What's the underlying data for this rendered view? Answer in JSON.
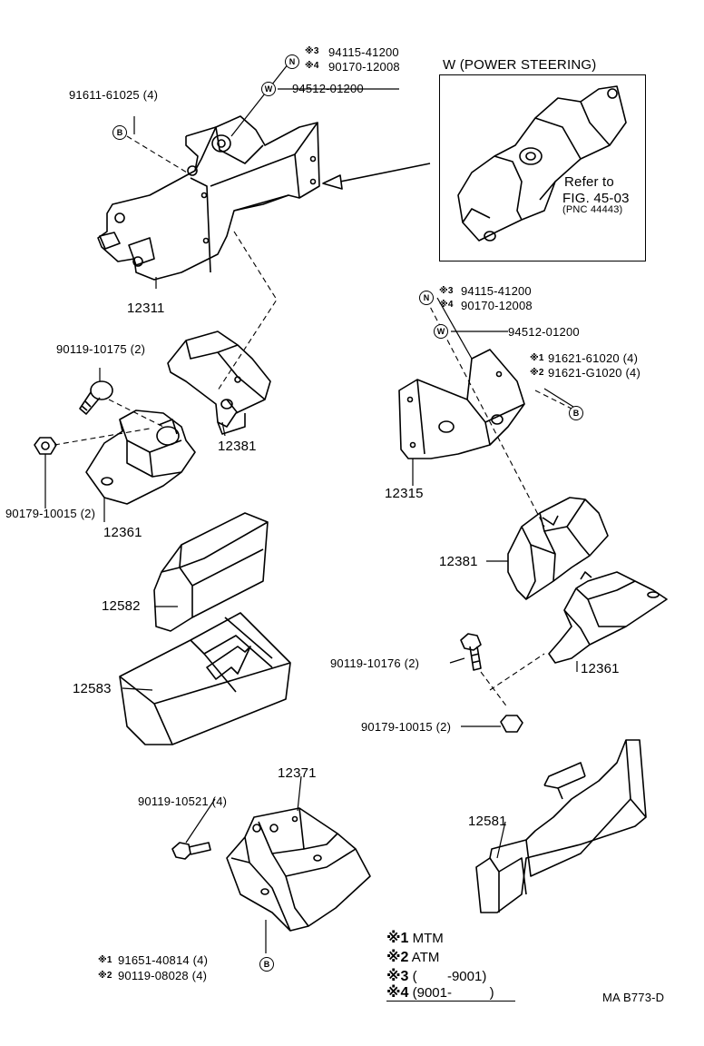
{
  "labels": {
    "p_91611_61025": "91611-61025 (4)",
    "p_94115_41200_a": "94115-41200",
    "p_90170_12008_a": "90170-12008",
    "p_94512_01200_a": "94512-01200",
    "w_title": "W (POWER STEERING)",
    "refer_to": "Refer to",
    "fig_ref": "FIG. 45-03",
    "pnc_ref": "(PNC 44443)",
    "p_12311": "12311",
    "p_90119_10175_a": "90119-10175 (2)",
    "p_12381_a": "12381",
    "p_12361_a": "12361",
    "p_90179_10015_a": "90179-10015 (2)",
    "p_94115_41200_b": "94115-41200",
    "p_90170_12008_b": "90170-12008",
    "p_94512_01200_b": "94512-01200",
    "p_91621_61020": "91621-61020 (4)",
    "p_91621_g1020": "91621-G1020 (4)",
    "p_12315": "12315",
    "p_12582": "12582",
    "p_12583": "12583",
    "p_12381_b": "12381",
    "p_12361_b": "12361",
    "p_90119_10176": "90119-10176 (2)",
    "p_90179_10015_b": "90179-10015 (2)",
    "p_12371": "12371",
    "p_90119_10521": "90119-10521 (4)",
    "p_12581": "12581",
    "p_91651_40814": "91651-40814 (4)",
    "p_90119_08028": "90119-08028 (4)",
    "m3": "※3",
    "m4": "※4",
    "m1": "※1",
    "m2": "※2",
    "fig_code": "MA B773-D"
  },
  "circles": {
    "B": "B",
    "N": "N",
    "W": "W"
  },
  "legend": [
    {
      "mark": "※1",
      "text": "MTM"
    },
    {
      "mark": "※2",
      "text": "ATM"
    },
    {
      "mark": "※3",
      "text": "(        -9001)"
    },
    {
      "mark": "※4",
      "text": "(9001-          )"
    }
  ]
}
